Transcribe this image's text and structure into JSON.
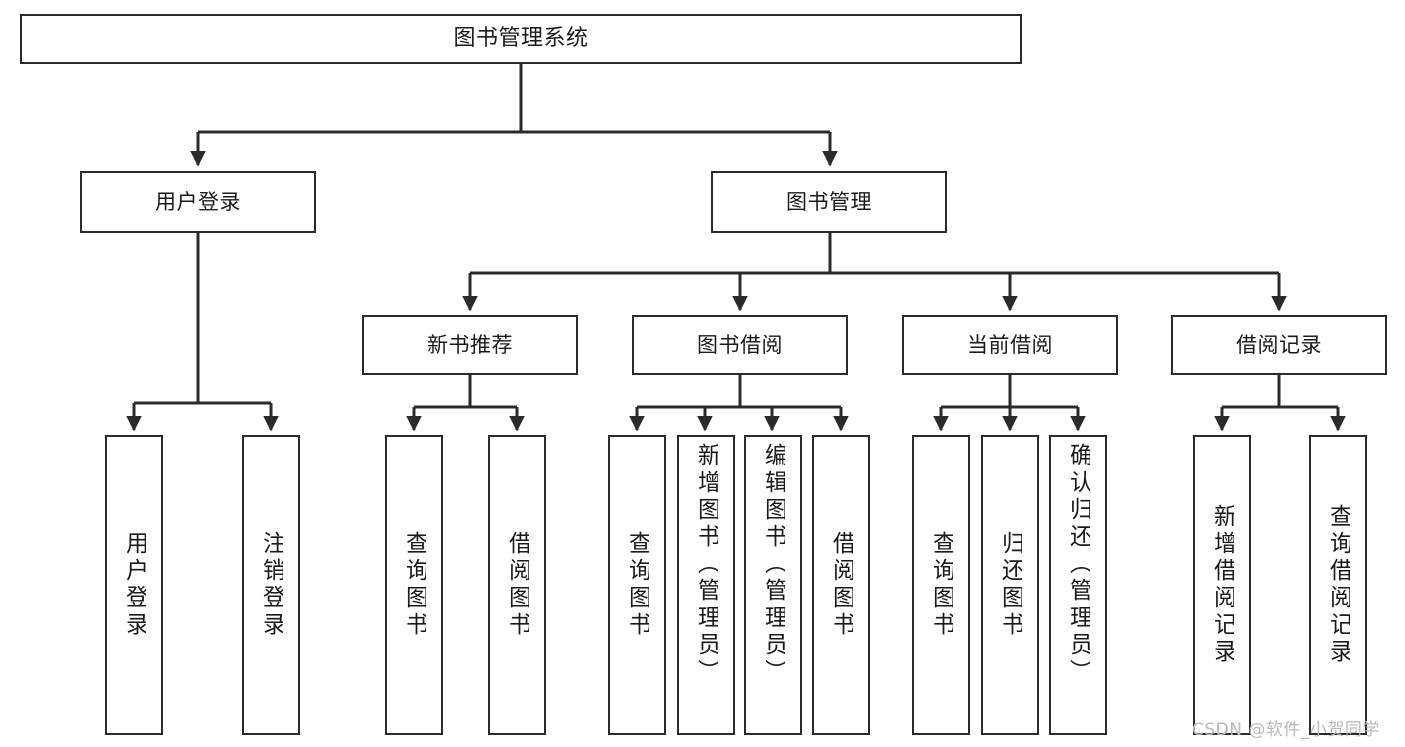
{
  "diagram": {
    "title": "图书管理系统",
    "type": "functional-structure-tree",
    "colors": {
      "box_border": "#2b2b2b",
      "box_fill": "#ffffff",
      "connector": "#2b2b2b",
      "background": "#ffffff",
      "watermark": "#b9b9b9"
    },
    "watermark": "CSDN @软件_小贺同学",
    "levels": {
      "level1": [
        {
          "id": "root",
          "label": "图书管理系统"
        }
      ],
      "level2": [
        {
          "id": "user-login",
          "label": "用户登录"
        },
        {
          "id": "book-manage",
          "label": "图书管理"
        }
      ],
      "level3": [
        {
          "id": "new-book-recommend",
          "label": "新书推荐",
          "parent": "book-manage"
        },
        {
          "id": "book-borrow",
          "label": "图书借阅",
          "parent": "book-manage"
        },
        {
          "id": "current-borrow",
          "label": "当前借阅",
          "parent": "book-manage"
        },
        {
          "id": "borrow-record",
          "label": "借阅记录",
          "parent": "book-manage"
        }
      ],
      "level4": [
        {
          "id": "leaf-user-login",
          "label": "用户登录",
          "parent": "user-login"
        },
        {
          "id": "leaf-user-logout",
          "label": "注销登录",
          "parent": "user-login"
        },
        {
          "id": "leaf-query-book-1",
          "label": "查询图书",
          "parent": "new-book-recommend"
        },
        {
          "id": "leaf-borrow-book-1",
          "label": "借阅图书",
          "parent": "new-book-recommend"
        },
        {
          "id": "leaf-query-book-2",
          "label": "查询图书",
          "parent": "book-borrow"
        },
        {
          "id": "leaf-add-book",
          "label": "新增图书（管理员）",
          "parent": "book-borrow"
        },
        {
          "id": "leaf-edit-book",
          "label": "编辑图书（管理员）",
          "parent": "book-borrow"
        },
        {
          "id": "leaf-borrow-book-2",
          "label": "借阅图书",
          "parent": "book-borrow"
        },
        {
          "id": "leaf-query-book-3",
          "label": "查询图书",
          "parent": "current-borrow"
        },
        {
          "id": "leaf-return-book",
          "label": "归还图书",
          "parent": "current-borrow"
        },
        {
          "id": "leaf-confirm-return",
          "label": "确认归还（管理员）",
          "parent": "current-borrow"
        },
        {
          "id": "leaf-add-record",
          "label": "新增借阅记录",
          "parent": "borrow-record"
        },
        {
          "id": "leaf-query-record",
          "label": "查询借阅记录",
          "parent": "borrow-record"
        }
      ]
    }
  }
}
